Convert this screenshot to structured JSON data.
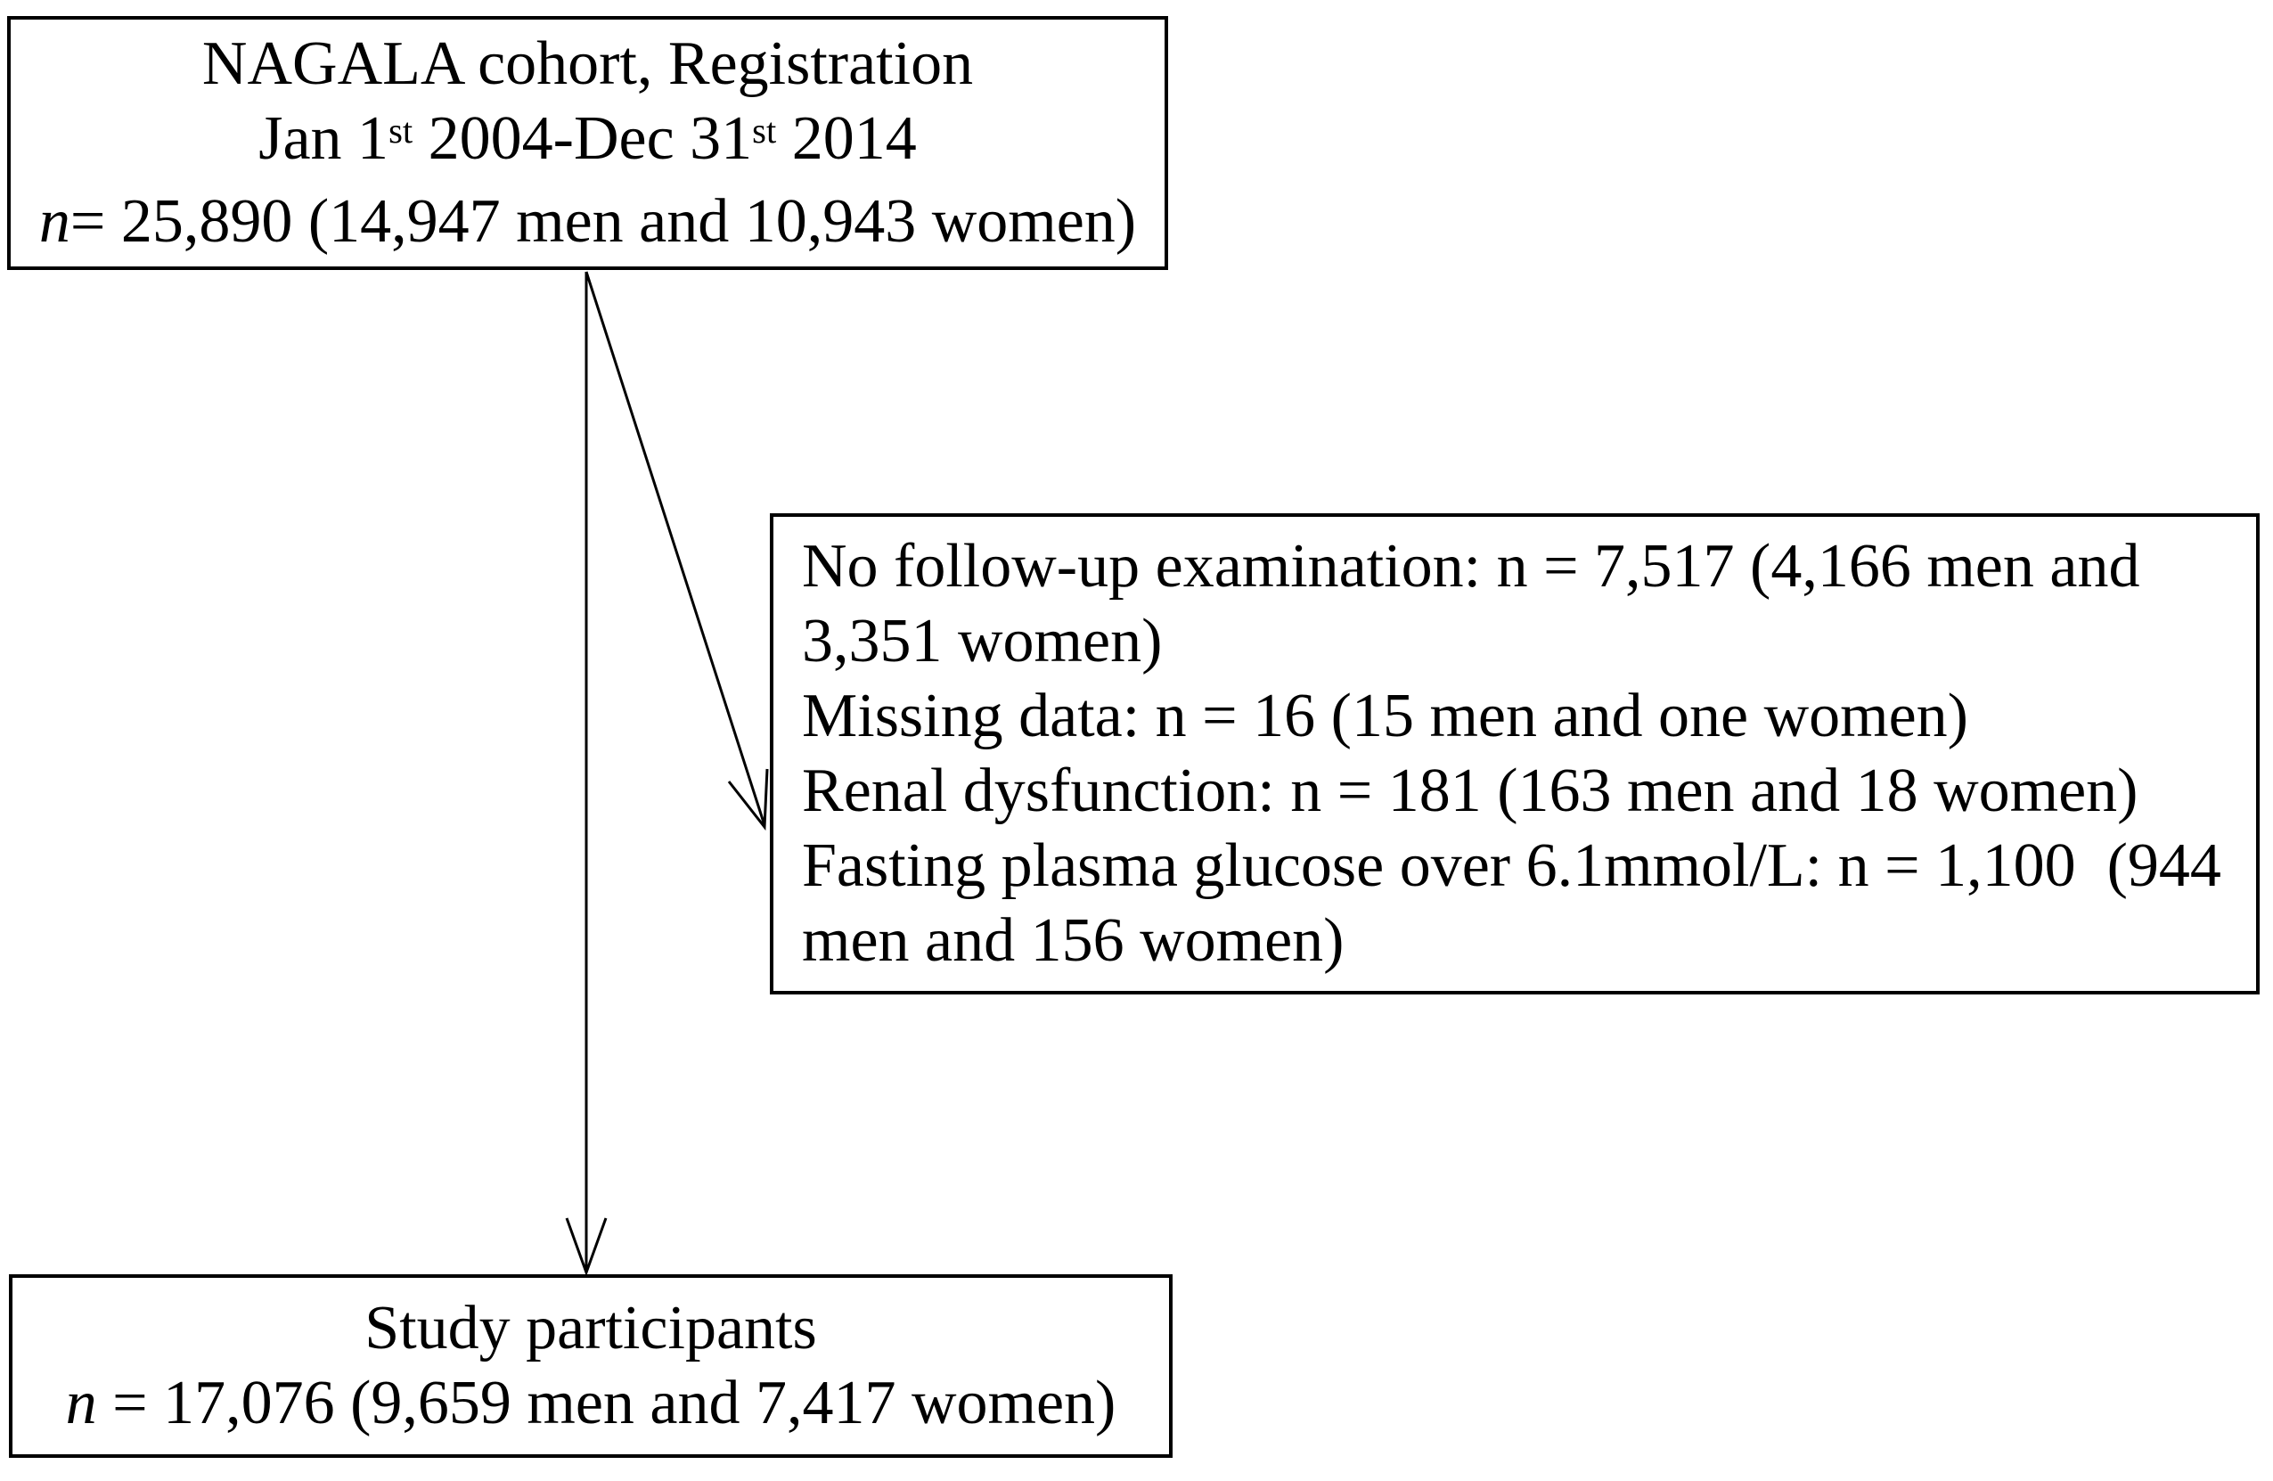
{
  "colors": {
    "background": "#ffffff",
    "border": "#000000",
    "text": "#000000"
  },
  "top_box": {
    "line1": "NAGALA cohort, Registration",
    "line2_parts": [
      "Jan 1",
      "st",
      " 2004-Dec 31",
      "st",
      " 2014"
    ],
    "line3_parts": [
      "n",
      "= 25,890 (14,947 men and 10,943 women)"
    ]
  },
  "exclusion_box": {
    "lines": [
      "No follow-up examination: n = 7,517 (4,166 men and",
      "3,351 women)",
      "Missing data: n = 16 (15 men and one women)",
      "Renal dysfunction: n = 181 (163 men and 18 women)",
      "Fasting plasma glucose over 6.1mmol/L: n = 1,100  (944",
      "men and 156 women)"
    ]
  },
  "bottom_box": {
    "line1": "Study participants",
    "line2_parts": [
      "n",
      " = 17,076 (9,659 men and 7,417 women)"
    ]
  }
}
